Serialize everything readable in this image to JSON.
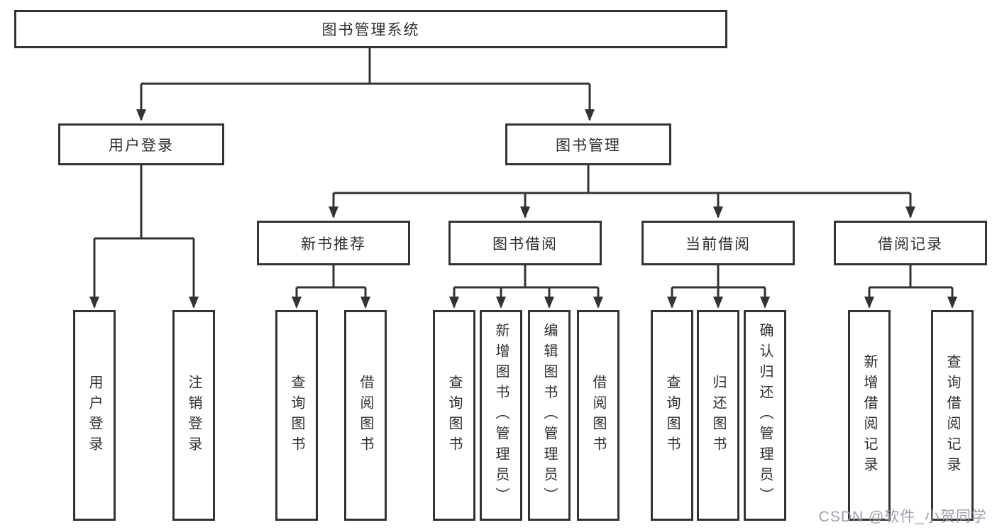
{
  "tree": {
    "root": {
      "label": "图书管理系统"
    },
    "branches": [
      {
        "label": "用户登录",
        "children": [
          {
            "label": "用户登录"
          },
          {
            "label": "注销登录"
          }
        ]
      },
      {
        "label": "图书管理",
        "groups": [
          {
            "label": "新书推荐",
            "children": [
              {
                "label": "查询图书"
              },
              {
                "label": "借阅图书"
              }
            ]
          },
          {
            "label": "图书借阅",
            "children": [
              {
                "label": "查询图书"
              },
              {
                "label": "新增图书（管理员）"
              },
              {
                "label": "编辑图书（管理员）"
              },
              {
                "label": "借阅图书"
              }
            ]
          },
          {
            "label": "当前借阅",
            "children": [
              {
                "label": "查询图书"
              },
              {
                "label": "归还图书"
              },
              {
                "label": "确认归还（管理员）"
              }
            ]
          },
          {
            "label": "借阅记录",
            "children": [
              {
                "label": "新增借阅记录"
              },
              {
                "label": "查询借阅记录"
              }
            ]
          }
        ]
      }
    ]
  },
  "watermark": "CSDN @软件_小贺同学",
  "colors": {
    "line": "#333333",
    "box_border": "#333333",
    "text": "#2f2f2f",
    "watermark": "#989ba5",
    "background": "#ffffff"
  }
}
